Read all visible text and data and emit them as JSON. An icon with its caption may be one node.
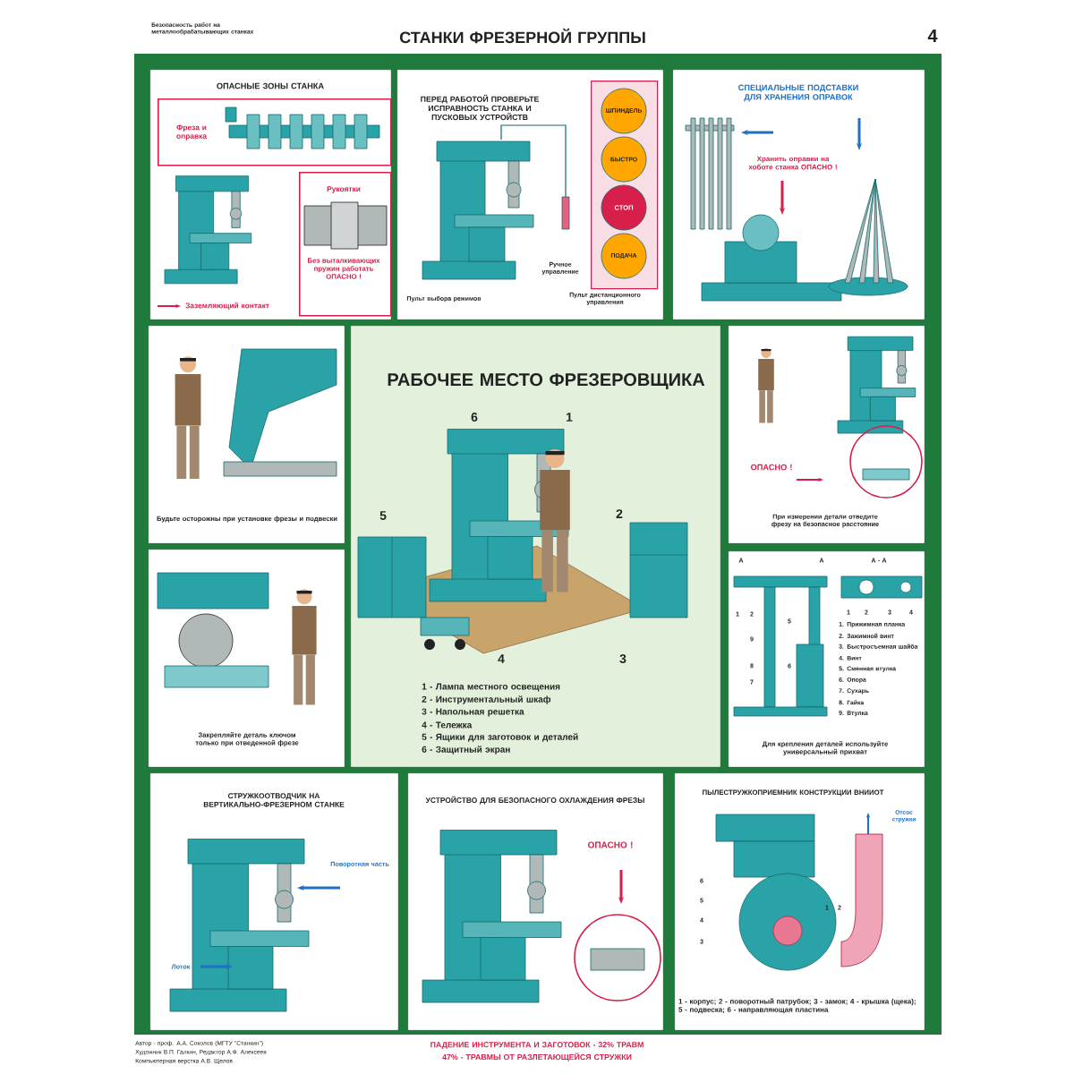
{
  "diagram": {
    "title": "СТАНКИ ФРЕЗЕРНОЙ ГРУППЫ",
    "nodes": [
      {
        "text": [
          "ОПАСНЫЕ ЗОНЫ СТАНКА",
          "Заземляющий контакт"
        ]
      },
      {
        "text": [
          "Фреза и оправка"
        ],
        "in": 0
      },
      {
        "text": [
          "Рукоятки",
          "Без выталкивающих пружин работать ОПАСНО !"
        ],
        "in": 0
      },
      {
        "text": [
          "ПЕРЕД РАБОТОЙ ПРОВЕРЬТЕ ИСПРАВНОСТЬ СТАНКА И ПУСКОВЫХ УСТРОЙСТВ"
        ]
      },
      {
        "text": [],
        "shape": "box",
        "in": 3
      },
      {
        "text": [
          "ШПИНДЕЛЬ"
        ],
        "in": 4
      },
      {
        "text": [
          "БЫСТРО"
        ],
        "in": 4
      },
      {
        "text": [
          "СТОП"
        ],
        "in": 4
      },
      {
        "text": [
          "ПОДАЧА"
        ],
        "in": 4
      },
      {
        "text": [
          "СПЕЦИАЛЬНЫЕ ПОДСТАВКИ ДЛЯ ХРАНЕНИЯ ОПРАВОК",
          "Хранить оправки на хоботе станка ОПАСНО !"
        ]
      },
      {
        "text": [
          "Будьте осторожны при установке фрезы и подвески"
        ]
      },
      {
        "text": [
          "РАБОЧЕЕ МЕСТО ФРЕЗЕРОВЩИКА",
          "1 - Лампа местного освещения",
          "2 - Инструментальный шкаф",
          "3 - Напольная решетка",
          "4 - Тележка",
          "5 - Ящики для заготовок и деталей",
          "6 - Защитный экран"
        ]
      },
      {
        "text": [
          "ОПАСНО !",
          "При измерении детали отведите фрезу на безопасное расстояние"
        ]
      },
      {
        "text": [
          "Закрепляйте деталь ключом только при отведенной фрезе"
        ]
      },
      {
        "text": [
          "1. Прижимная планка",
          "2. Зажимной винт",
          "3. Быстросъемная шайба",
          "4. Винт",
          "5. Сменная втулка",
          "6. Опора",
          "7. Сухарь",
          "8. Гайка",
          "9. Втулка",
          "Для крепления деталей используйте универсальный прихват"
        ]
      },
      {
        "text": [
          "СТРУЖКООТВОДЧИК НА ВЕРТИКАЛЬНО-ФРЕЗЕРНОМ СТАНКЕ",
          "Поворотная часть",
          "Лоток"
        ]
      },
      {
        "text": [
          "УСТРОЙСТВО ДЛЯ БЕЗОПАСНОГО ОХЛАЖДЕНИЯ ФРЕЗЫ",
          "ОПАСНО !"
        ]
      },
      {
        "text": [
          "ПЫЛЕСТРУЖКОПРИЕМНИК КОНСТРУКЦИИ ВНИИОТ",
          "Отсос стружки",
          "1 - корпус; 2 - поворотный патрубок; 3 - замок; 4 - крышка (щека); 5 - подвеска; 6 - направляющая пластина"
        ]
      }
    ],
    "labels": [
      "Безопасность работ на металлообрабатывающих станках",
      "4",
      "Ручное управление",
      "Пульт выбора режимов",
      "Пульт дистанционного управления",
      "6",
      "1",
      "5",
      "2",
      "4",
      "3",
      "А",
      "А",
      "А - А",
      "1",
      "2",
      "5",
      "9",
      "8",
      "6",
      "7",
      "1",
      "2",
      "3",
      "4",
      "6",
      "5",
      "4",
      "3",
      "1",
      "2",
      "Автор - проф. А.А. Соколов (МГТУ \"Станкин\")",
      "Художник В.П. Галкин, Редактор А.Ф. Алексеев",
      "Компьютерная верстка А.В. Щелов",
      "ПАДЕНИЕ ИНСТРУМЕНТА И ЗАГОТОВОК - 32% ТРАВМ",
      "47% - ТРАВМЫ ОТ РАЗЛЕТАЮЩЕЙСЯ СТРУЖКИ"
    ]
  }
}
